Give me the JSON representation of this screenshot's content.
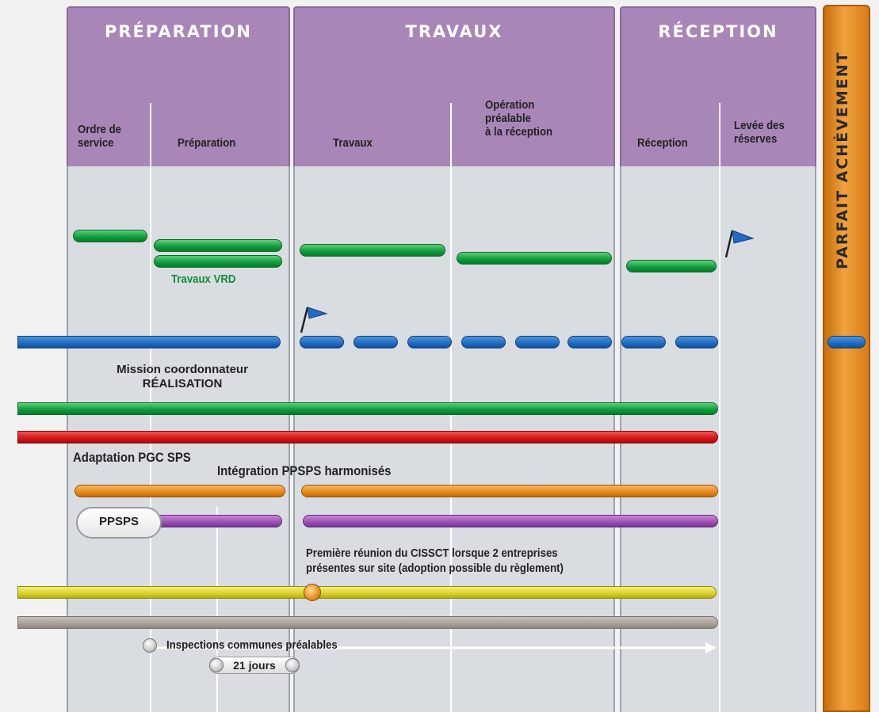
{
  "phases": {
    "preparation": "PRÉPARATION",
    "travaux": "TRAVAUX",
    "reception": "RÉCEPTION",
    "parfait": "PARFAIT ACHÈVEMENT"
  },
  "subheaders": {
    "ordre": "Ordre de\nservice",
    "preparation": "Préparation",
    "travaux": "Travaux",
    "operation": "Opération\npréalable\nà la réception",
    "reception": "Réception",
    "levee": "Levée des\nréserves"
  },
  "labels": {
    "travaux_vrd": "Travaux VRD",
    "mission": "Mission coordonnateur\nRÉALISATION",
    "adaptation": "Adaptation PGC SPS",
    "integration": "Intégration PPSPS harmonisés",
    "ppsps": "PPSPS",
    "premiere": "Première réunion du CISSCT lorsque 2 entreprises\nprésentes sur site (adoption possible du règlement)",
    "inspections": "Inspections communes préalables",
    "jours": "21 jours"
  },
  "colors": {
    "header": "#a986b8",
    "body": "#d9dde2",
    "parfait": "#e5891c",
    "green": "#0f9a3a",
    "blue": "#1f6cc0",
    "red": "#d41616",
    "orange": "#e5891c",
    "purple": "#9c4db3",
    "yellow": "#d9d12a",
    "grey": "#a9a29b"
  },
  "icons": [
    "flag-icon",
    "milestone-circle-icon",
    "arrow-right-icon"
  ]
}
